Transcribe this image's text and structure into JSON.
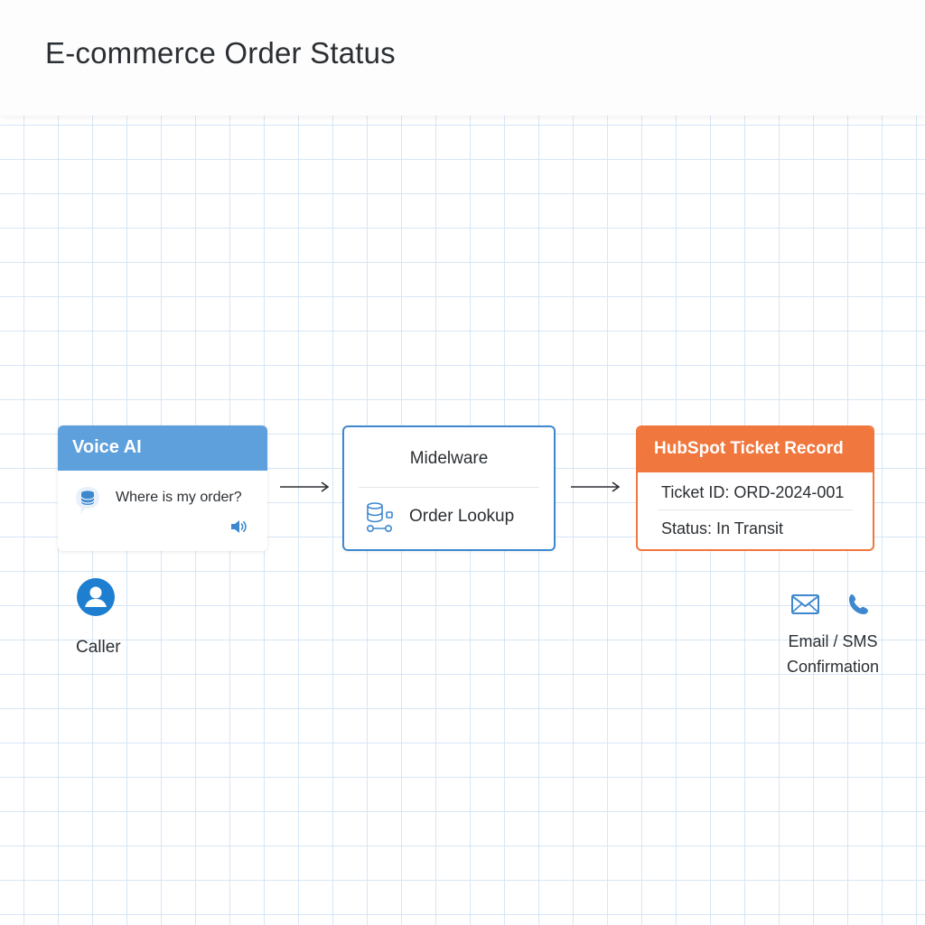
{
  "header": {
    "title": "E-commerce Order Status"
  },
  "voice_ai": {
    "title": "Voice AI",
    "message": "Where is my order?",
    "bubble_icon": "chat-bubble-database-icon",
    "speaker_icon": "speaker-icon"
  },
  "middleware": {
    "title": "Midelware",
    "step_label": "Order Lookup",
    "step_icon": "database-link-icon"
  },
  "hubspot": {
    "title": "HubSpot Ticket Record",
    "ticket_id": "Ticket ID: ORD-2024-001",
    "status": "Status: In Transit"
  },
  "caller": {
    "label": "Caller",
    "icon": "user-icon"
  },
  "confirmation": {
    "line1": "Email / SMS",
    "line2": "Confirmation",
    "email_icon": "envelope-icon",
    "phone_icon": "phone-icon"
  },
  "colors": {
    "voice_accent": "#5ea0dc",
    "middleware_border": "#3d88cf",
    "hubspot_accent": "#f0773d",
    "grid_line": "#d6e6f5",
    "caller_icon": "#1e7fd1"
  }
}
